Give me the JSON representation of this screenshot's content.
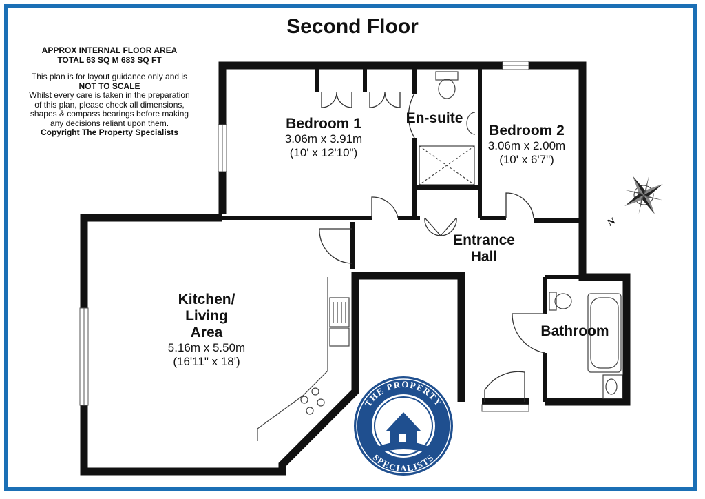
{
  "header": {
    "title": "Second Floor"
  },
  "area_info": {
    "line1": "APPROX INTERNAL FLOOR AREA",
    "line2": "TOTAL 63 SQ M 683 SQ FT",
    "disclaimer1": "This plan is for layout guidance only and is",
    "not_to_scale": "NOT TO SCALE",
    "disclaimer2": "Whilst every care is taken in the preparation",
    "disclaimer3": "of this plan, please check all dimensions,",
    "disclaimer4": "shapes & compass bearings before making",
    "disclaimer5": "any decisions reliant upon them.",
    "copyright": "Copyright The Property Specialists"
  },
  "rooms": {
    "bedroom1": {
      "name": "Bedroom 1",
      "metric": "3.06m x 3.91m",
      "imperial": "(10' x 12'10\")"
    },
    "ensuite": {
      "name": "En-suite"
    },
    "bedroom2": {
      "name": "Bedroom 2",
      "metric": "3.06m x 2.00m",
      "imperial": "(10' x 6'7\")"
    },
    "entrance": {
      "name_line1": "Entrance",
      "name_line2": "Hall"
    },
    "kitchen": {
      "name_line1": "Kitchen/",
      "name_line2": "Living",
      "name_line3": "Area",
      "metric": "5.16m x 5.50m",
      "imperial": "(16'11\" x 18')"
    },
    "bathroom": {
      "name": "Bathroom"
    }
  },
  "compass": {
    "label": "N"
  },
  "logo": {
    "text_top": "THE PROPERTY",
    "text_bottom": "SPECIALISTS"
  },
  "colors": {
    "frame": "#1b6fb5",
    "wall": "#111111",
    "logo": "#1f4f8f"
  }
}
